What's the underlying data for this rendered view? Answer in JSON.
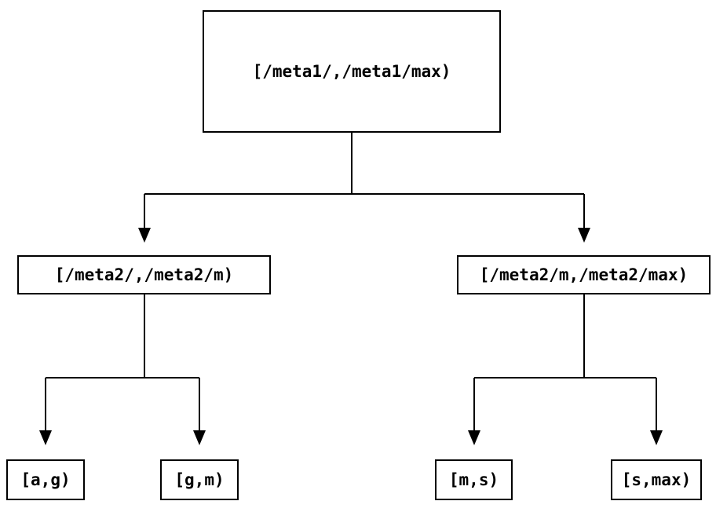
{
  "diagram": {
    "type": "binary-interval-tree",
    "colors": {
      "background": "#ffffff",
      "line": "#000000",
      "text": "#000000",
      "node_fill": "#ffffff",
      "node_border": "#000000"
    },
    "nodes": {
      "root": {
        "label": "[/meta1/,/meta1/max)"
      },
      "meta2_low": {
        "label": "[/meta2/,/meta2/m)"
      },
      "meta2_high": {
        "label": "[/meta2/m,/meta2/max)"
      },
      "leaf_a_g": {
        "label": "[a,g)"
      },
      "leaf_g_m": {
        "label": "[g,m)"
      },
      "leaf_m_s": {
        "label": "[m,s)"
      },
      "leaf_s_max": {
        "label": "[s,max)"
      }
    },
    "edges": [
      {
        "from": "root",
        "to": "meta2_low"
      },
      {
        "from": "root",
        "to": "meta2_high"
      },
      {
        "from": "meta2_low",
        "to": "leaf_a_g"
      },
      {
        "from": "meta2_low",
        "to": "leaf_g_m"
      },
      {
        "from": "meta2_high",
        "to": "leaf_m_s"
      },
      {
        "from": "meta2_high",
        "to": "leaf_s_max"
      }
    ]
  }
}
